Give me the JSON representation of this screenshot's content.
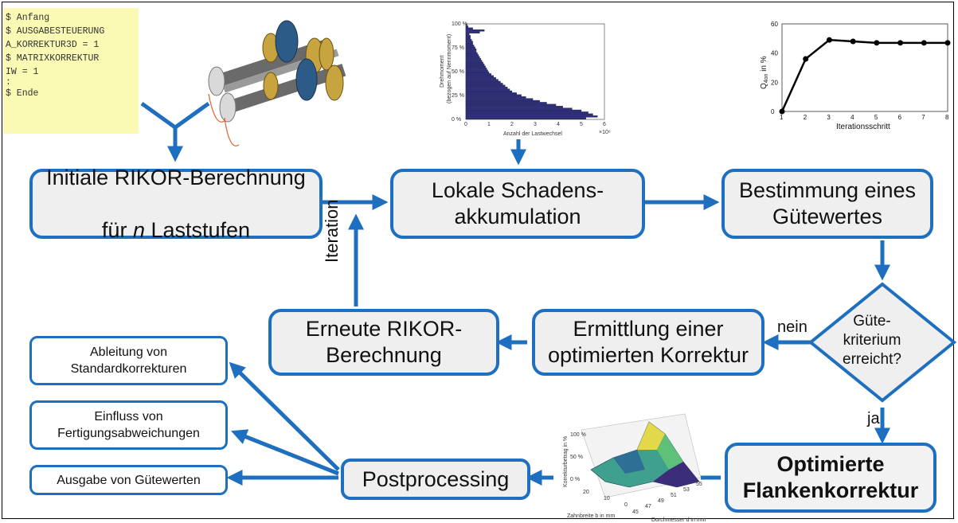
{
  "script": {
    "lines": [
      "$ Anfang",
      "$ AUSGABESTEUERUNG",
      "A_KORREKTUR3D = 1",
      "$ MATRIXKORREKTUR",
      "IW = 1",
      ":",
      "$ Ende"
    ]
  },
  "boxes": {
    "initial_line1": "Initiale RIKOR-Berechnung",
    "initial_prefix": "für ",
    "initial_var": "n",
    "initial_suffix": " Laststufen",
    "lokal": "Lokale Schadens-\nakkumulation",
    "bestimmung": "Bestimmung eines\nGütewertes",
    "erneute": "Erneute RIKOR-\nBerechnung",
    "ermittlung": "Ermittlung einer\noptimierten Korrektur",
    "optimierte": "Optimierte\nFlankenkorrektur",
    "postprocessing": "Postprocessing",
    "ableitung": "Ableitung von\nStandardkorrekturen",
    "einfluss": "Einfluss von\nFertigungsabweichungen",
    "ausgabe": "Ausgabe von Gütewerten"
  },
  "decision": {
    "text": "Güte-\nkriterium\nerreicht?",
    "no_label": "nein",
    "yes_label": "ja"
  },
  "iteration_label": "Iteration",
  "colors": {
    "accent": "#1f6fc0",
    "box_fill": "#efefef",
    "script_bg": "#fafab4",
    "bar_color": "#2d2d7a"
  },
  "histogram": {
    "ylabel": "Drehmoment\n(bezogen auf Nennmoment)",
    "xlabel": "Anzahl der Lastwechsel",
    "x_ticks": [
      "0",
      "1",
      "2",
      "3",
      "4",
      "5",
      "6"
    ],
    "y_ticks": [
      "0 %",
      "25 %",
      "50 %",
      "75 %",
      "100 %"
    ],
    "exponent": "×10⁶"
  },
  "quality_plot": {
    "ylabel": "Q4on in %",
    "xlabel": "Iterationsschritt",
    "x_ticks": [
      "1",
      "2",
      "3",
      "4",
      "5",
      "6",
      "7",
      "8"
    ],
    "y_ticks": [
      "0",
      "20",
      "40",
      "60"
    ]
  },
  "surface_plot": {
    "zlabel": "Korrekturbetrag in %",
    "z_ticks": [
      "100 %",
      "50 %",
      "0 %"
    ],
    "x_label": "Zahnbreite b in mm",
    "x_ticks": [
      "20",
      "10",
      "0"
    ],
    "y_label": "Durchmesser d in mm",
    "y_ticks": [
      "45",
      "47",
      "49",
      "51",
      "53",
      "55"
    ]
  },
  "chart_data": [
    {
      "type": "bar",
      "orientation": "horizontal",
      "xlabel": "Anzahl der Lastwechsel",
      "ylabel": "Drehmoment (bezogen auf Nennmoment)",
      "xlim": [
        0,
        6
      ],
      "ylim": [
        0,
        100
      ],
      "note": "x values in units of 10^6",
      "torque_percent": [
        2,
        4,
        6,
        8,
        10,
        12,
        14,
        16,
        18,
        20,
        22,
        24,
        26,
        28,
        30,
        32,
        34,
        36,
        38,
        40,
        42,
        44,
        46,
        48,
        50,
        52,
        54,
        56,
        58,
        60,
        62,
        64,
        66,
        68,
        70,
        72,
        74,
        76,
        78,
        80,
        82,
        84,
        86,
        88,
        90,
        92,
        94,
        96,
        98,
        100
      ],
      "values": [
        5.2,
        5.7,
        5.5,
        5.3,
        5.0,
        4.6,
        4.2,
        3.9,
        3.5,
        3.2,
        2.9,
        2.6,
        2.4,
        2.2,
        2.0,
        1.9,
        1.8,
        1.7,
        1.6,
        1.5,
        1.4,
        1.3,
        1.2,
        1.1,
        1.0,
        0.95,
        0.9,
        0.85,
        0.8,
        0.75,
        0.7,
        0.65,
        0.6,
        0.55,
        0.5,
        0.45,
        0.45,
        0.4,
        0.35,
        0.3,
        0.3,
        0.25,
        0.2,
        0.2,
        0.15,
        0.6,
        0.8,
        0.3,
        0.1,
        0.05
      ]
    },
    {
      "type": "line",
      "xlabel": "Iterationsschritt",
      "ylabel": "Q4on in %",
      "xlim": [
        1,
        8
      ],
      "ylim": [
        0,
        60
      ],
      "x": [
        1,
        2,
        3,
        4,
        5,
        6,
        7,
        8
      ],
      "y": [
        0,
        36,
        49,
        48,
        47,
        47,
        47,
        47
      ]
    }
  ]
}
